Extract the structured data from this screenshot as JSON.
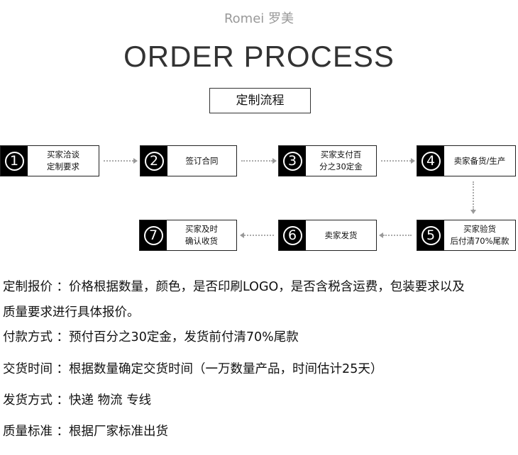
{
  "brand": "Romei  罗美",
  "title": "ORDER PROCESS",
  "subtitle": "定制流程",
  "steps": [
    {
      "num": "1",
      "label": "买家洽谈\n定制要求"
    },
    {
      "num": "2",
      "label": "签订合同"
    },
    {
      "num": "3",
      "label": "买家支付百\n分之30定金"
    },
    {
      "num": "4",
      "label": "卖家备货/生产"
    },
    {
      "num": "5",
      "label": "买家验货\n后付清70%尾款"
    },
    {
      "num": "6",
      "label": "卖家发货"
    },
    {
      "num": "7",
      "label": "买家及时\n确认收货"
    }
  ],
  "info": [
    "定制报价 ：价格根据数量，颜色，是否印刷LOGO，是否含税含运费，包装要求以及",
    "质量要求进行具体报价。",
    "付款方式 ：预付百分之30定金，发货前付清70%尾款",
    "交货时间 ：根据数量确定交货时间（一万数量产品，时间估计25天）",
    "发货方式 ：快递   物流   专线",
    "质量标准 ：根据厂家标准出货"
  ]
}
